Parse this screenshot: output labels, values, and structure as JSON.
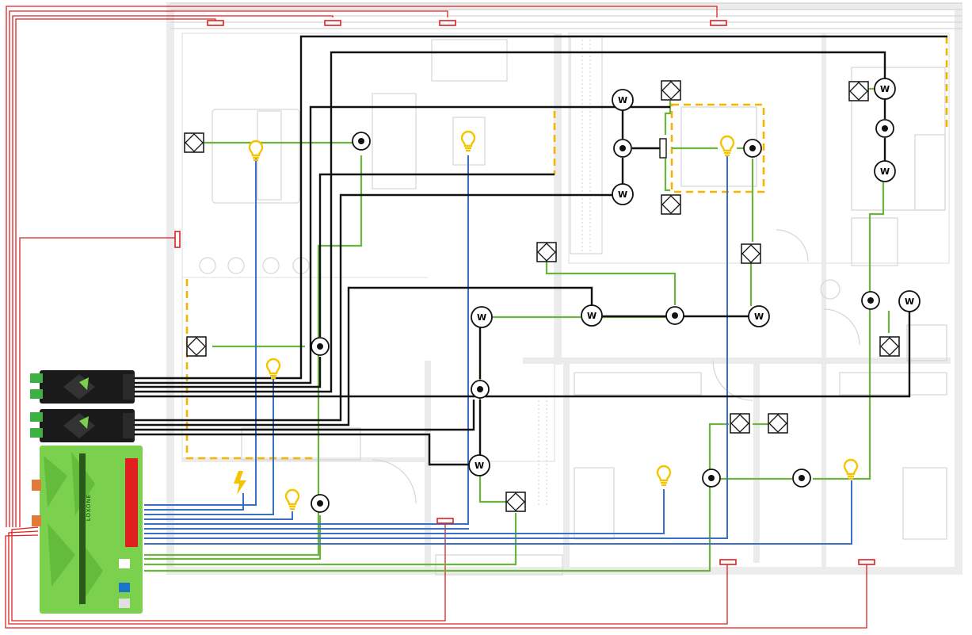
{
  "diagram": {
    "colors": {
      "background": "#ffffff",
      "floorplan": "#d9d9d9",
      "red_bus": "#e02020",
      "black_bus": "#111111",
      "green_wire": "#6db33f",
      "blue_wire": "#3b6fc4",
      "yellow_dash": "#f4b400",
      "lamp": "#f5c400",
      "miniserver": "#7bd14e",
      "extension": "#1a1a1a"
    },
    "device_labels": {
      "wall_switch": "W"
    },
    "controller": {
      "brand": "LOXONE",
      "extensions": [
        "tree-extension",
        "tree-extension"
      ]
    },
    "icons": {
      "temperature_sensor": "circle-dot-icon",
      "motion_sensor": "diamond-square-icon",
      "light": "bulb-icon",
      "power": "lightning-icon",
      "window_contact": "red-contact-icon"
    }
  }
}
